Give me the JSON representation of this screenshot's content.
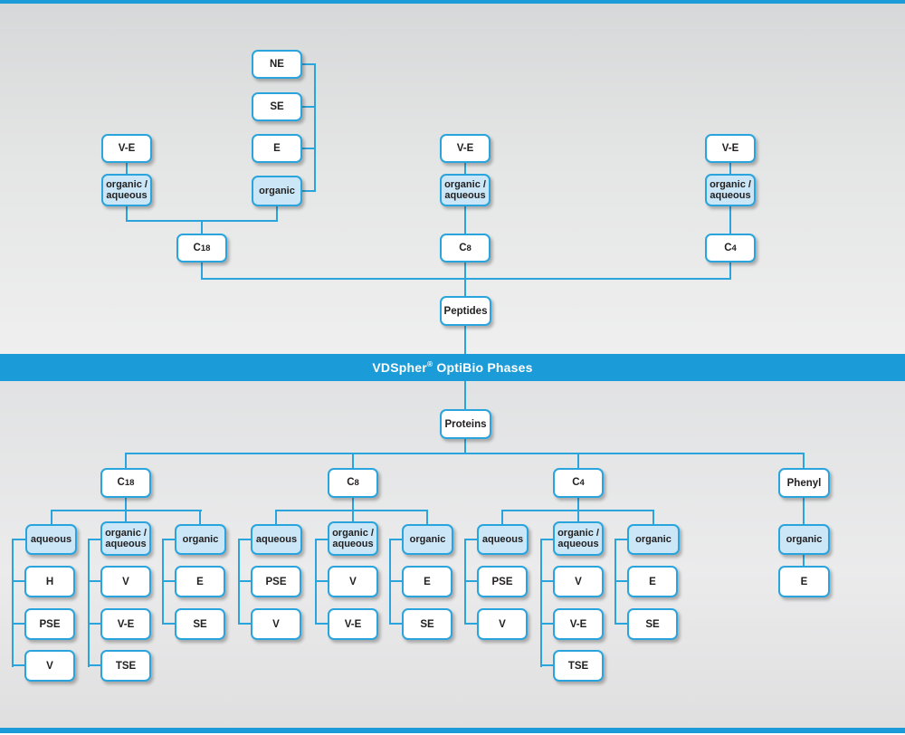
{
  "banner": {
    "brand": "VDSpher",
    "reg": "®",
    "rest": "OptiBio Phases"
  },
  "modes": {
    "aqueous": "aqueous",
    "organic_aqueous_1": "organic /",
    "organic_aqueous_2": "aqueous",
    "organic": "organic"
  },
  "peptides": {
    "root": "Peptides",
    "c18": {
      "base": "C",
      "num": "18",
      "ve": "V-E",
      "organic_phases": [
        "NE",
        "SE",
        "E"
      ]
    },
    "c8": {
      "base": "C",
      "num": "8",
      "ve": "V-E"
    },
    "c4": {
      "base": "C",
      "num": "4",
      "ve": "V-E"
    }
  },
  "proteins": {
    "root": "Proteins",
    "c18": {
      "base": "C",
      "num": "18",
      "aqueous": [
        "H",
        "PSE",
        "V"
      ],
      "organic_aqueous": [
        "V",
        "V-E",
        "TSE"
      ],
      "organic": [
        "E",
        "SE"
      ]
    },
    "c8": {
      "base": "C",
      "num": "8",
      "aqueous": [
        "PSE",
        "V"
      ],
      "organic_aqueous": [
        "V",
        "V-E"
      ],
      "organic": [
        "E",
        "SE"
      ]
    },
    "c4": {
      "base": "C",
      "num": "4",
      "aqueous": [
        "PSE",
        "V"
      ],
      "organic_aqueous": [
        "V",
        "V-E",
        "TSE"
      ],
      "organic": [
        "E",
        "SE"
      ]
    },
    "phenyl": {
      "label": "Phenyl",
      "organic": [
        "E"
      ]
    }
  },
  "colors": {
    "accent_blue": "#1b9cd8",
    "line_blue": "#2aa4dc",
    "category_fill": "#cbe7f7"
  }
}
